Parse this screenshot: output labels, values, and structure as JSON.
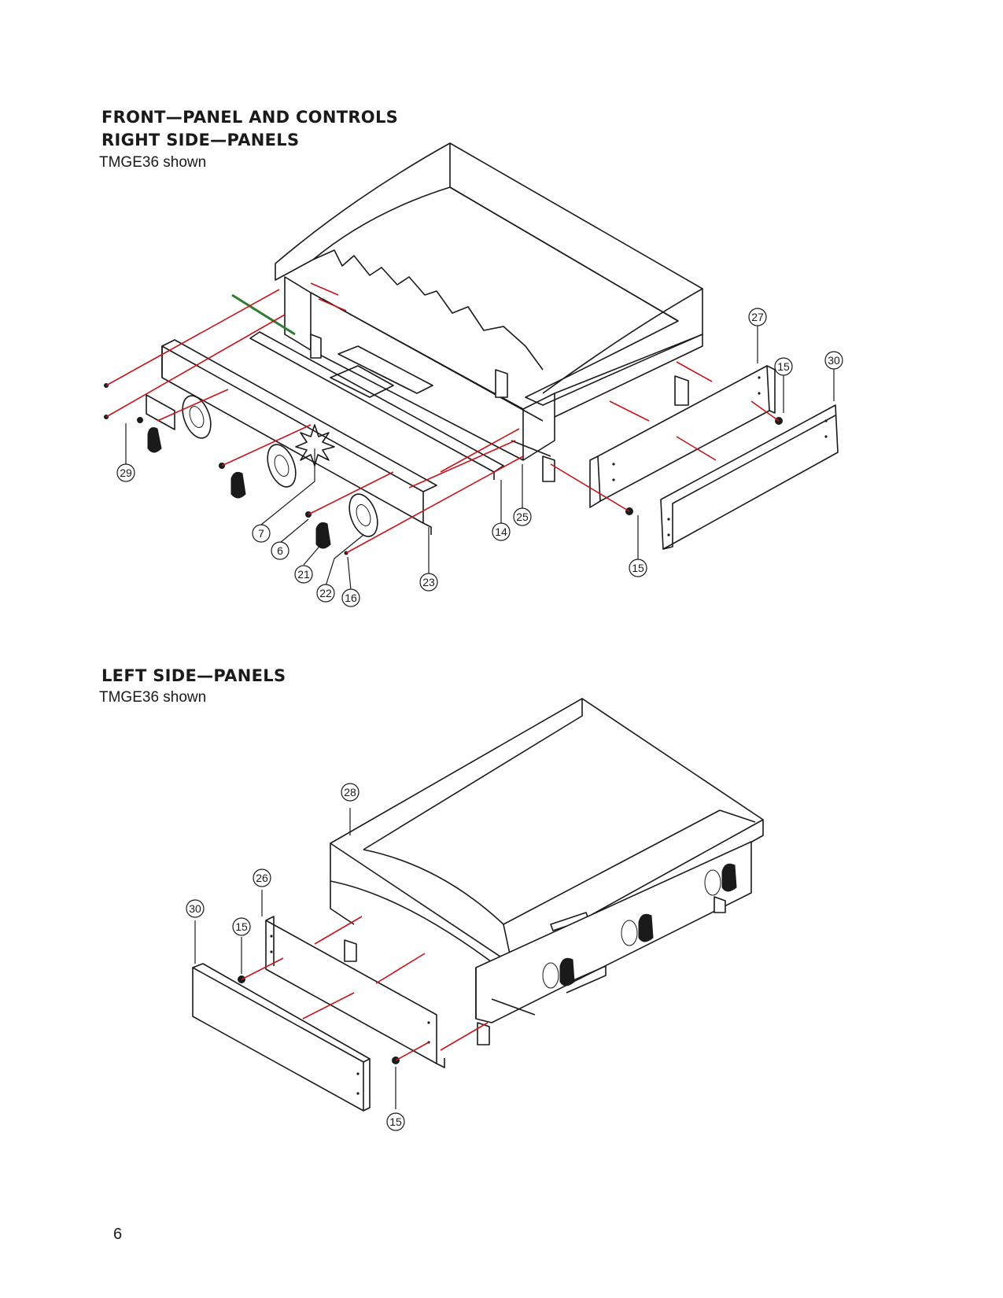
{
  "section_top": {
    "title_line1": "FRONT—PANEL AND CONTROLS",
    "title_line2": "RIGHT SIDE—PANELS",
    "subtitle": "TMGE36 shown"
  },
  "section_bottom": {
    "title": "LEFT SIDE—PANELS",
    "subtitle": "TMGE36 shown"
  },
  "page_number": "6",
  "colors": {
    "line": "#1a1a1a",
    "explode_line": "#c4161c",
    "highlight": "#2e7d32"
  },
  "callouts_top": [
    "27",
    "15",
    "30",
    "29",
    "7",
    "6",
    "21",
    "22",
    "16",
    "23",
    "14",
    "25",
    "15"
  ],
  "callouts_bottom": [
    "28",
    "26",
    "30",
    "15",
    "15"
  ]
}
